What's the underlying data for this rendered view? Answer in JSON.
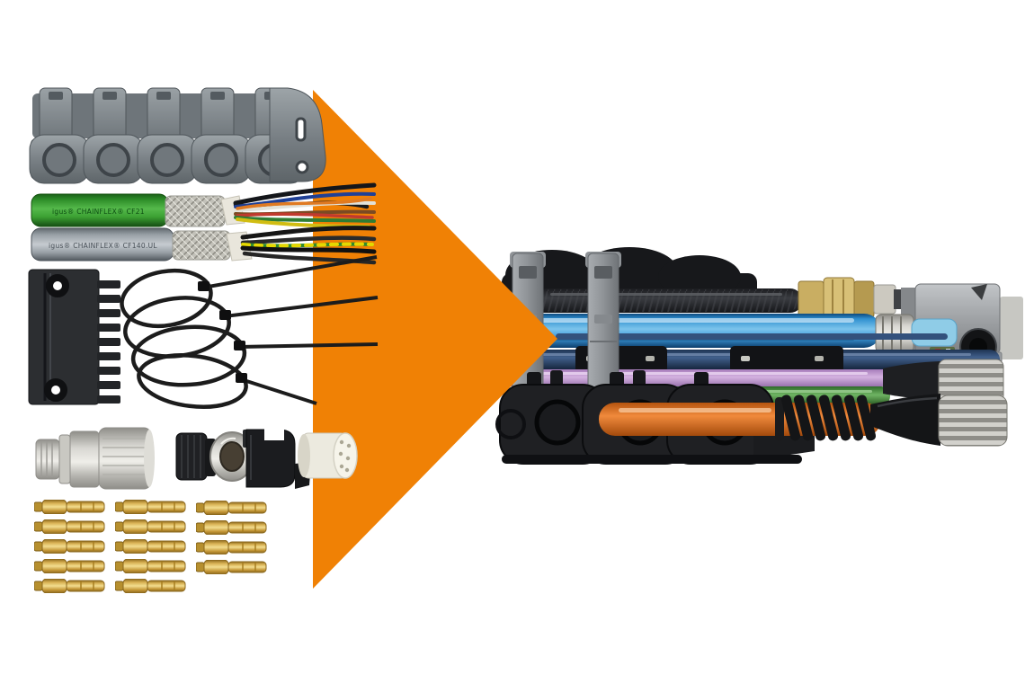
{
  "scene": {
    "background_color": "#ffffff",
    "arrow_color": "#F08105",
    "arrow_direction": "right"
  },
  "cable_prints": {
    "green": "igus® CHAINFLEX® CF21",
    "gray": "igus® CHAINFLEX® CF140.UL"
  },
  "left_items": {
    "energy_chain": {
      "links": 5,
      "color": "#828A8F"
    },
    "green_cable": {
      "jacket_color": "#3FA337"
    },
    "gray_cable": {
      "jacket_color": "#A9B0B6"
    },
    "comb_bracket": {
      "teeth": 9,
      "color": "#2C2E31"
    },
    "cable_ties": {
      "count": 4,
      "color": "#1C1C1C"
    },
    "connector_pieces": {
      "count": 4
    },
    "crimp_contacts": {
      "columns": [
        5,
        5,
        4
      ],
      "total": 14,
      "color": "#D2A53B"
    }
  },
  "harness": {
    "cables": {
      "hose": "#232427",
      "blue": "#2F8FD0",
      "navy": "#33517C",
      "pink": "#C9A6D8",
      "green": "#5AA04F",
      "orange": "#E8772E"
    },
    "brass_fitting": "#C9AE62",
    "connector_gray": "#9EA1A4",
    "chain_black": "#1B1C1E"
  }
}
